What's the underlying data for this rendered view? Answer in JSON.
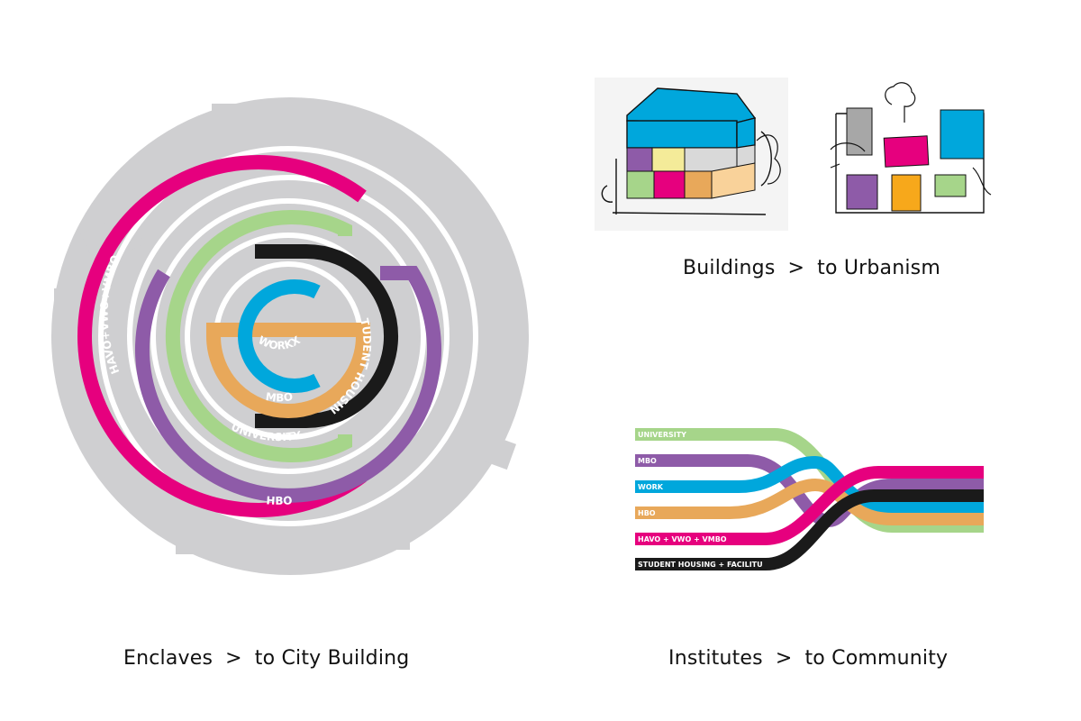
{
  "colors": {
    "magenta": "#e6007e",
    "purple": "#8e5ba8",
    "green": "#a6d58a",
    "black": "#1a1a1a",
    "blue": "#00a7dc",
    "orange": "#e8a85a",
    "gray": "#cfcfd1",
    "yellow": "#f4eb99",
    "peach": "#f9d29a",
    "lightgray": "#d9d9d9",
    "brightorange": "#f7a81b"
  },
  "circle_diagram": {
    "ring_labels": {
      "magenta": "HAVO+VWO+VMBO",
      "purple": "HBO",
      "green": "UNIVERSITY",
      "black": "STUDENT HOUSING",
      "orange": "MBO",
      "blue": "WORKX"
    },
    "caption": {
      "left": "Enclaves",
      "arrow": ">",
      "right": "to City Building"
    }
  },
  "sketches": {
    "caption": {
      "left": "Buildings",
      "arrow": ">",
      "right": "to Urbanism"
    }
  },
  "streams": {
    "labels": {
      "university": "UNIVERSITY",
      "mbo": "MBO",
      "work": "WORK",
      "hbo": "HBO",
      "havo": "HAVO + VWO + VMBO",
      "student": "STUDENT HOUSING + FACILITU"
    },
    "caption": {
      "left": "Institutes",
      "arrow": ">",
      "right": "to Community"
    }
  }
}
